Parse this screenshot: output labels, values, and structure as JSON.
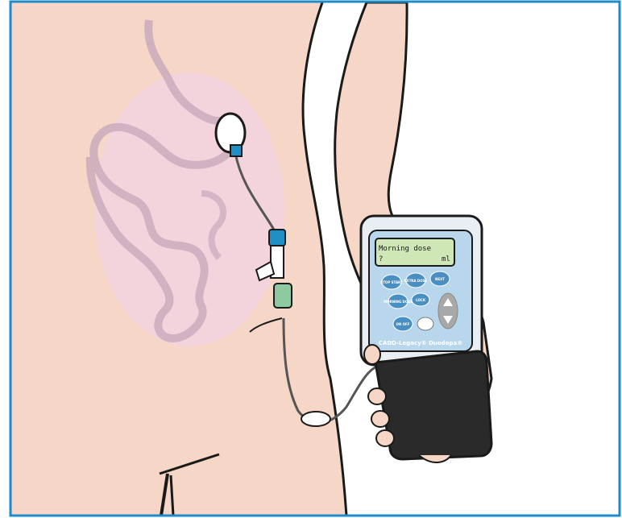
{
  "colors": {
    "frame": "#1e8cc8",
    "skin": "#f6d6c6",
    "stomach_overlay": "#f1d2e8",
    "pump_body": "#e9eef4",
    "pump_panel": "#b9d7ec",
    "screen": "#cfe6b6",
    "button": "#4a8fc1",
    "cassette": "#2a2a2a",
    "connector_blue": "#1f8fc6",
    "connector_green": "#8fc9a2"
  },
  "icons": {
    "illustration": "medical-illustration",
    "pump": "infusion-pump",
    "stomach": "stomach-anatomy"
  },
  "pump": {
    "screen_line1": "Morning dose",
    "screen_line2_left": "?",
    "screen_line2_right": "ml",
    "brand_label": "CADD-Legacy® Duodopa®",
    "buttons": {
      "top_left": "STOP START",
      "top_mid": "EXTRA DOSE",
      "top_right": "NEXT",
      "mid_left": "MORNING DOSE",
      "mid_mid": "LOCK",
      "bottom_left": "ON OFF"
    }
  }
}
